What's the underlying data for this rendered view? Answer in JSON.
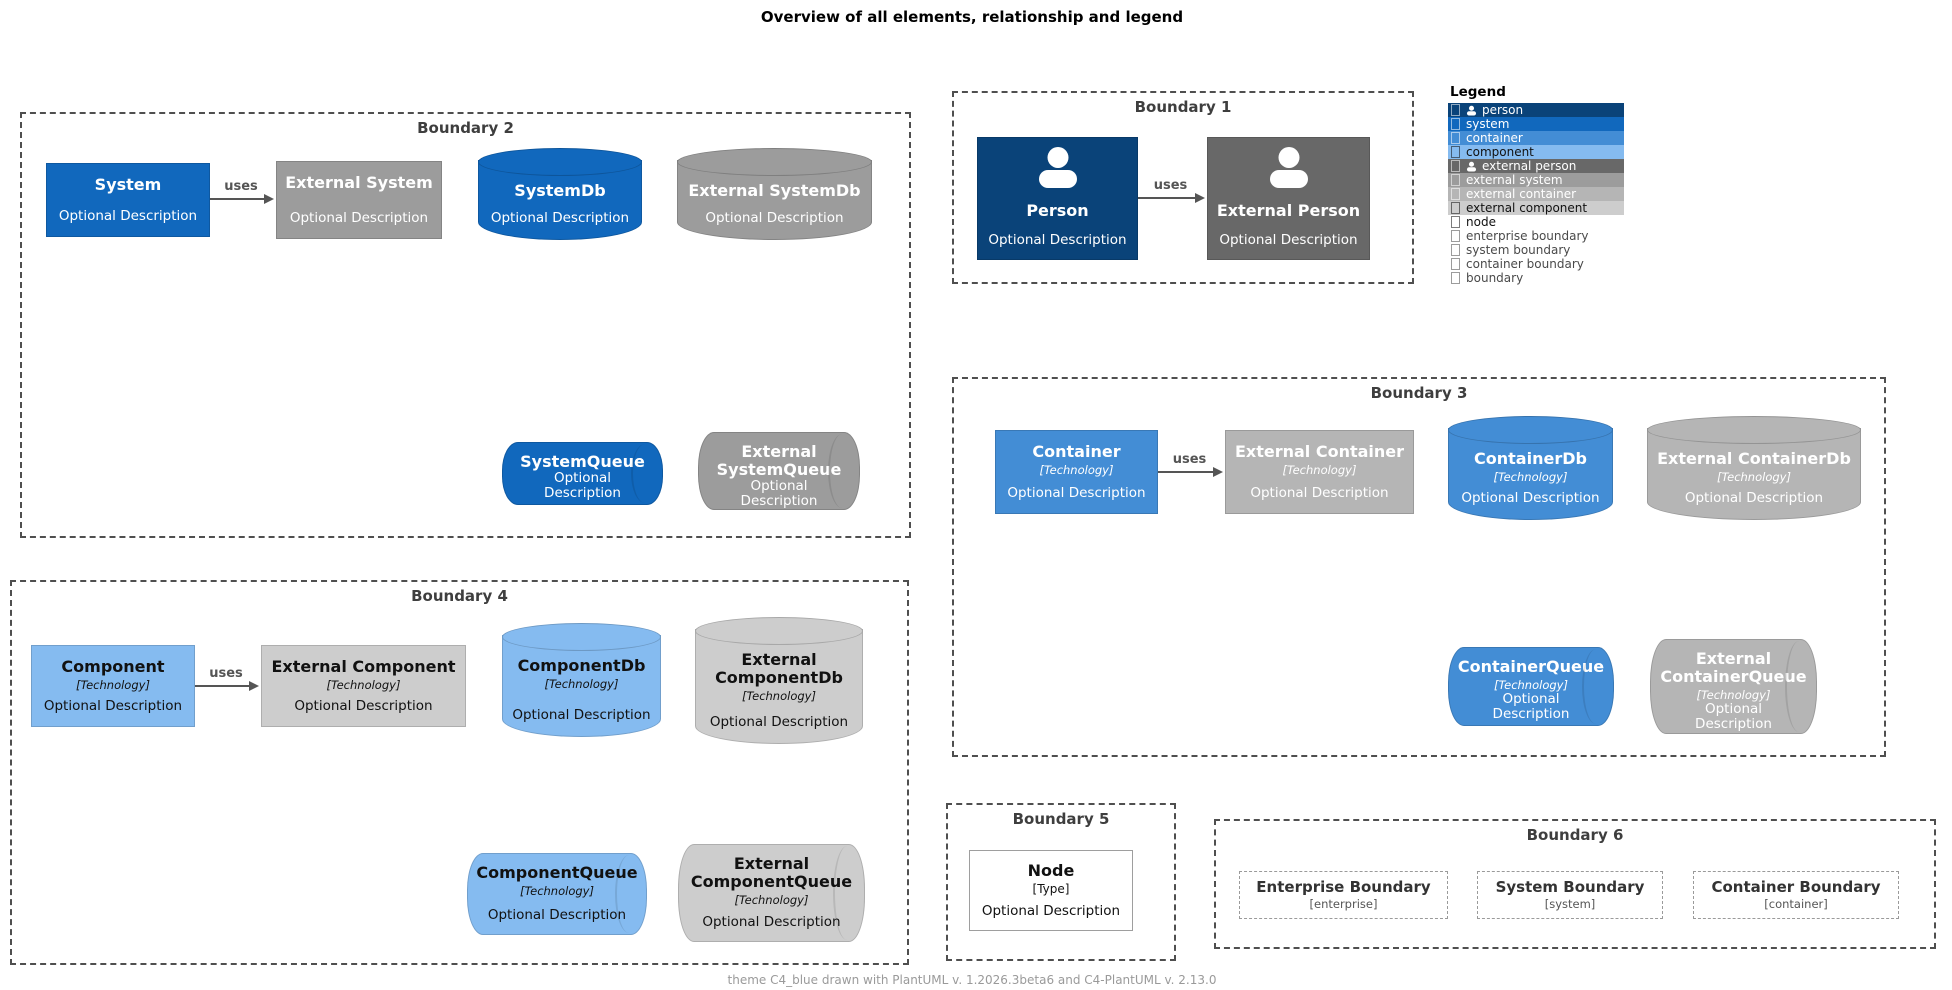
{
  "title": "Overview of all elements, relationship and legend",
  "footer": "theme C4_blue drawn with PlantUML v. 1.2026.3beta6 and C4-PlantUML v. 2.13.0",
  "relationship_label": "uses",
  "palette": {
    "person": "#0a4379",
    "system": "#1168bd",
    "container": "#438dd5",
    "component": "#85bbf0",
    "external_person": "#686868",
    "external_system": "#9c9c9c",
    "external_container": "#b5b5b5",
    "external_component": "#cdcdcd",
    "boundary_border": "#4f4f4f",
    "arrow": "#555555"
  },
  "boundary1": {
    "label": "Boundary 1",
    "person": {
      "name": "Person",
      "desc": "Optional Description"
    },
    "external_person": {
      "name": "External Person",
      "desc": "Optional Description"
    }
  },
  "boundary2": {
    "label": "Boundary 2",
    "system": {
      "name": "System",
      "desc": "Optional Description"
    },
    "external_system": {
      "name": "External System",
      "desc": "Optional Description"
    },
    "system_db": {
      "name": "SystemDb",
      "desc": "Optional Description"
    },
    "external_system_db": {
      "name": "External SystemDb",
      "desc": "Optional Description"
    },
    "system_queue": {
      "name": "SystemQueue",
      "desc": "Optional Description"
    },
    "external_system_queue": {
      "name": "External SystemQueue",
      "desc": "Optional Description"
    }
  },
  "boundary3": {
    "label": "Boundary 3",
    "container": {
      "name": "Container",
      "tech": "[Technology]",
      "desc": "Optional Description"
    },
    "external_container": {
      "name": "External Container",
      "tech": "[Technology]",
      "desc": "Optional Description"
    },
    "container_db": {
      "name": "ContainerDb",
      "tech": "[Technology]",
      "desc": "Optional Description"
    },
    "external_container_db": {
      "name": "External ContainerDb",
      "tech": "[Technology]",
      "desc": "Optional Description"
    },
    "container_queue": {
      "name": "ContainerQueue",
      "tech": "[Technology]",
      "desc": "Optional Description"
    },
    "external_container_queue": {
      "name": "External ContainerQueue",
      "tech": "[Technology]",
      "desc": "Optional Description"
    }
  },
  "boundary4": {
    "label": "Boundary 4",
    "component": {
      "name": "Component",
      "tech": "[Technology]",
      "desc": "Optional Description"
    },
    "external_component": {
      "name": "External Component",
      "tech": "[Technology]",
      "desc": "Optional Description"
    },
    "component_db": {
      "name": "ComponentDb",
      "tech": "[Technology]",
      "desc": "Optional Description"
    },
    "external_component_db": {
      "name": "External ComponentDb",
      "tech": "[Technology]",
      "desc": "Optional Description"
    },
    "component_queue": {
      "name": "ComponentQueue",
      "tech": "[Technology]",
      "desc": "Optional Description"
    },
    "external_component_queue": {
      "name": "External ComponentQueue",
      "tech": "[Technology]",
      "desc": "Optional Description"
    }
  },
  "boundary5": {
    "label": "Boundary 5",
    "node": {
      "name": "Node",
      "tech": "[Type]",
      "desc": "Optional Description"
    }
  },
  "boundary6": {
    "label": "Boundary 6",
    "enterprise_boundary": {
      "name": "Enterprise Boundary",
      "tech": "[enterprise]"
    },
    "system_boundary": {
      "name": "System Boundary",
      "tech": "[system]"
    },
    "container_boundary": {
      "name": "Container Boundary",
      "tech": "[container]"
    }
  },
  "legend": {
    "title": "Legend",
    "rows": [
      {
        "label": "person"
      },
      {
        "label": "system"
      },
      {
        "label": "container"
      },
      {
        "label": "component"
      },
      {
        "label": "external person"
      },
      {
        "label": "external system"
      },
      {
        "label": "external container"
      },
      {
        "label": "external component"
      },
      {
        "label": "node"
      },
      {
        "label": "enterprise boundary"
      },
      {
        "label": "system boundary"
      },
      {
        "label": "container boundary"
      },
      {
        "label": "boundary"
      }
    ]
  }
}
